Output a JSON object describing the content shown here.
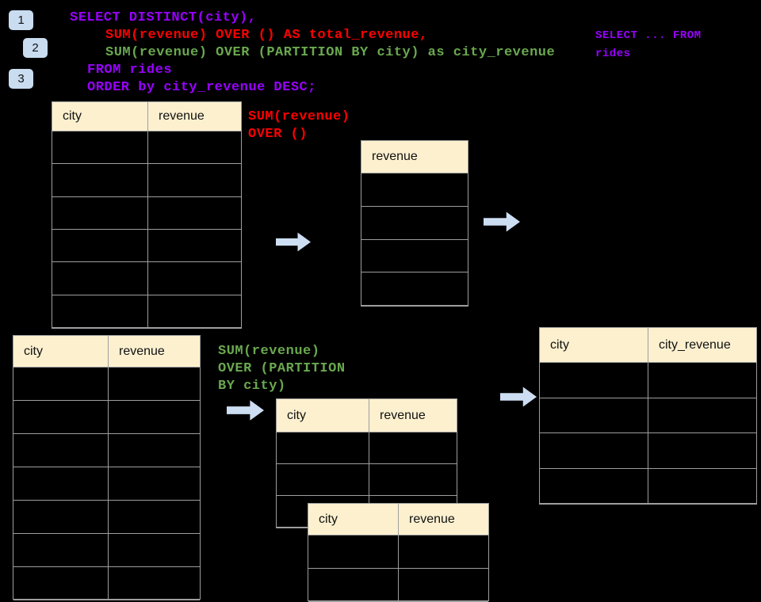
{
  "title": "SQL window functions diagram",
  "colors": {
    "background": "#000000",
    "code_purple": "#9900ff",
    "code_red": "#ff0000",
    "code_green": "#6aa84f",
    "badge_bg": "#c9dcf0",
    "arrow_fill": "#cddef2",
    "table_header_bg": "#fcf0cf",
    "table_border": "#9e9e9e"
  },
  "steps": [
    {
      "label": "1"
    },
    {
      "label": "2"
    },
    {
      "label": "3"
    }
  ],
  "code": {
    "line1": "SELECT DISTINCT(city),",
    "line2": "SUM(revenue) OVER () AS total_revenue,",
    "line3": "SUM(revenue) OVER (PARTITION BY city) as city_revenue",
    "line4": "FROM rides",
    "line5": "ORDER by city_revenue DESC;"
  },
  "side_code": {
    "line1": "SELECT ... FROM",
    "line2": "rides"
  },
  "annotations": {
    "total": {
      "line1": "SUM(revenue)",
      "line2": "OVER ()"
    },
    "partition": {
      "line1": "SUM(revenue)",
      "line2": "OVER (PARTITION",
      "line3": "BY city)"
    }
  },
  "tables": {
    "source_top": {
      "headers": [
        "city",
        "revenue"
      ],
      "body_rows": 6
    },
    "total_revenue": {
      "headers": [
        "revenue"
      ],
      "body_rows": 4
    },
    "source_bottom": {
      "headers": [
        "city",
        "revenue"
      ],
      "body_rows": 7
    },
    "partition_mid": {
      "headers": [
        "city",
        "revenue"
      ],
      "body_rows": 3
    },
    "partition_overlay": {
      "headers": [
        "city",
        "revenue"
      ],
      "body_rows": 2
    },
    "city_revenue": {
      "headers": [
        "city",
        "city_revenue"
      ],
      "body_rows": 4
    }
  }
}
